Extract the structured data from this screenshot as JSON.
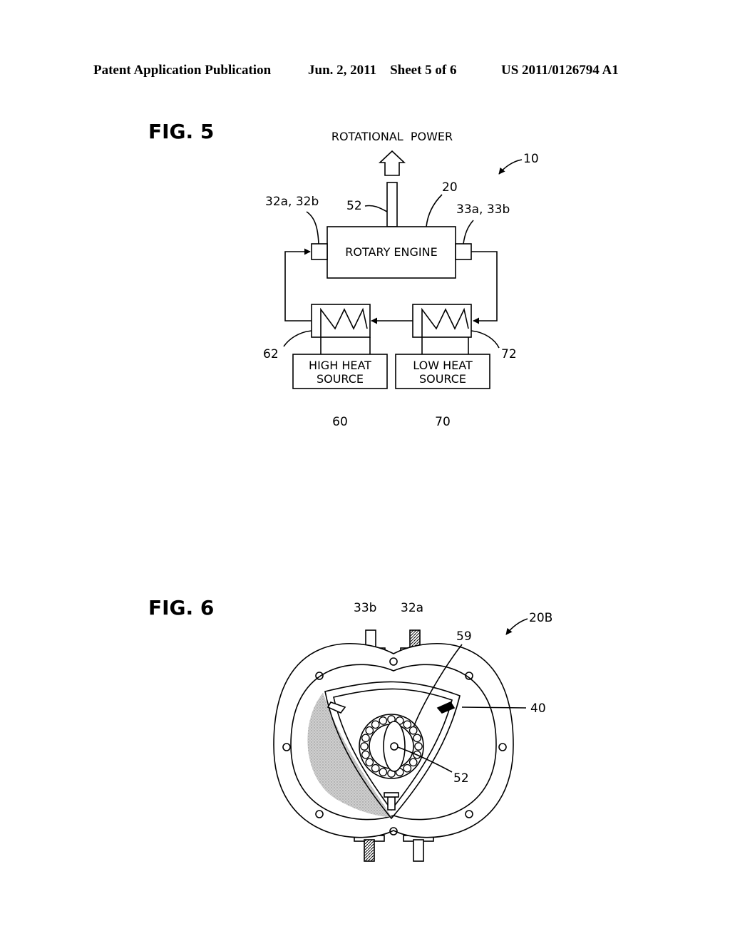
{
  "header": {
    "publication": "Patent Application Publication",
    "date_sheet": "Jun. 2, 2011    Sheet 5 of 6",
    "number": "US 2011/0126794 A1"
  },
  "fig5": {
    "title": "FIG. 5",
    "output_label": "ROTATIONAL  POWER",
    "system_ref": "10",
    "engine_label": "ROTARY ENGINE",
    "engine_ref": "20",
    "shaft_ref": "52",
    "left_port_ref": "32a, 32b",
    "right_port_ref": "33a, 33b",
    "left_exchanger_ref": "62",
    "right_exchanger_ref": "72",
    "high_source_line1": "HIGH HEAT",
    "high_source_line2": "SOURCE",
    "high_source_ref": "60",
    "low_source_line1": "LOW HEAT",
    "low_source_line2": "SOURCE",
    "low_source_ref": "70"
  },
  "fig6": {
    "title": "FIG. 6",
    "device_ref": "20B",
    "port_left_ref": "33b",
    "port_right_ref": "32a",
    "gear_ref": "59",
    "rotor_ref": "40",
    "shaft_ref": "52"
  }
}
